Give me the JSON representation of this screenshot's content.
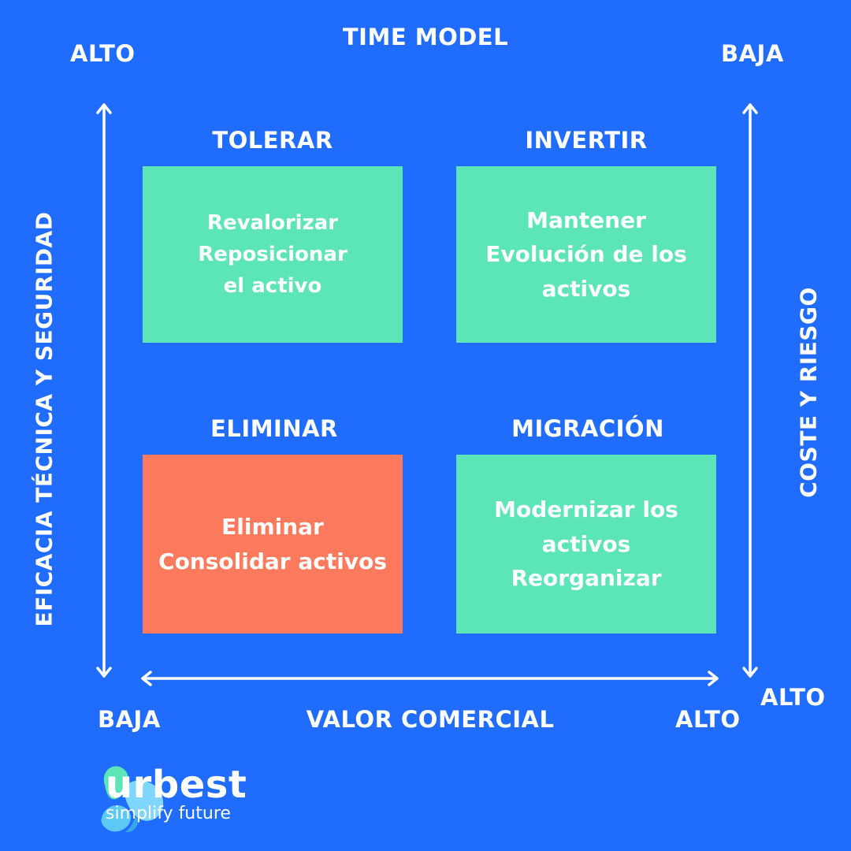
{
  "title": "TIME MODEL",
  "corners": {
    "top_left": "ALTO",
    "top_right": "BAJA",
    "bottom_left": "BAJA",
    "bottom_mid_right": "ALTO",
    "bottom_right": "ALTO"
  },
  "axes": {
    "x_label": "VALOR COMERCIAL",
    "left_label": "EFICACIA TÉCNICA Y SEGURIDAD",
    "right_label": "COSTE Y RIESGO"
  },
  "quadrants": [
    {
      "heading": "TOLERAR",
      "lines": [
        "Revalorizar",
        "Reposicionar",
        "el activo"
      ]
    },
    {
      "heading": "INVERTIR",
      "lines": [
        "Mantener",
        "Evolución de los",
        "activos"
      ]
    },
    {
      "heading": "ELIMINAR",
      "lines": [
        "Eliminar",
        "Consolidar activos"
      ]
    },
    {
      "heading": "MIGRACIÓN",
      "lines": [
        "Modernizar los",
        "activos",
        "Reorganizar"
      ]
    }
  ],
  "brand": {
    "name": "urbest",
    "tagline": "simplify future"
  },
  "colors": {
    "background": "#1f6cff",
    "box_green": "#5ce5b6",
    "box_red": "#ff7a5c"
  }
}
